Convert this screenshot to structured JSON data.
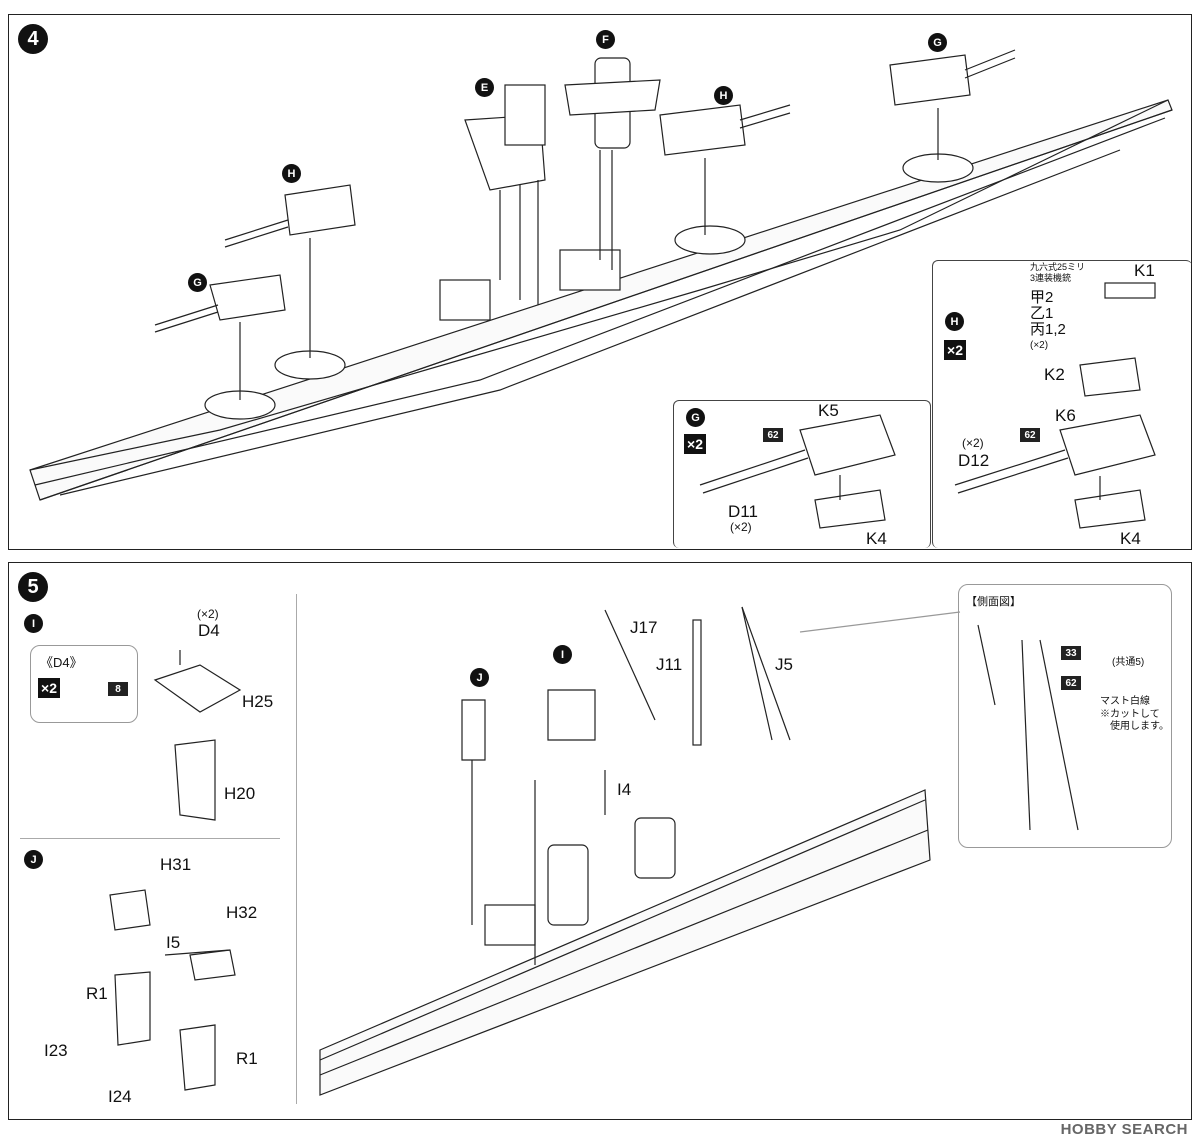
{
  "steps": {
    "step4": "4",
    "step5": "5"
  },
  "parts": {
    "E": "E",
    "F": "F",
    "G": "G",
    "H": "H",
    "I": "I",
    "J": "J",
    "K1": "K1",
    "K2": "K2",
    "K4": "K4",
    "K5": "K5",
    "K6": "K6",
    "D4": "D4",
    "D11": "D11",
    "D12": "D12",
    "H20": "H20",
    "H25": "H25",
    "H31": "H31",
    "H32": "H32",
    "I4": "I4",
    "I5": "I5",
    "I23": "I23",
    "I24": "I24",
    "J5": "J5",
    "J11": "J11",
    "J17": "J17",
    "R1": "R1"
  },
  "qty": {
    "x2_label": "×2",
    "x2_paren": "(×2)"
  },
  "aa_gun": {
    "line1": "九六式25ミリ",
    "line2": "3連装機銃",
    "ko": "甲2",
    "otsu": "乙1",
    "hei": "丙1,2"
  },
  "paints": {
    "p62": "62",
    "p33": "33",
    "p8": "8"
  },
  "d4_note": "《D4》",
  "side_view": {
    "title": "【側面図】",
    "common": "(共通5)",
    "mast_line": "マスト白線",
    "cut1": "※カットして",
    "cut2": "使用します。"
  },
  "watermark": "HOBBY SEARCH",
  "colors": {
    "ink": "#111111",
    "frame": "#222222",
    "gray": "#999999"
  }
}
